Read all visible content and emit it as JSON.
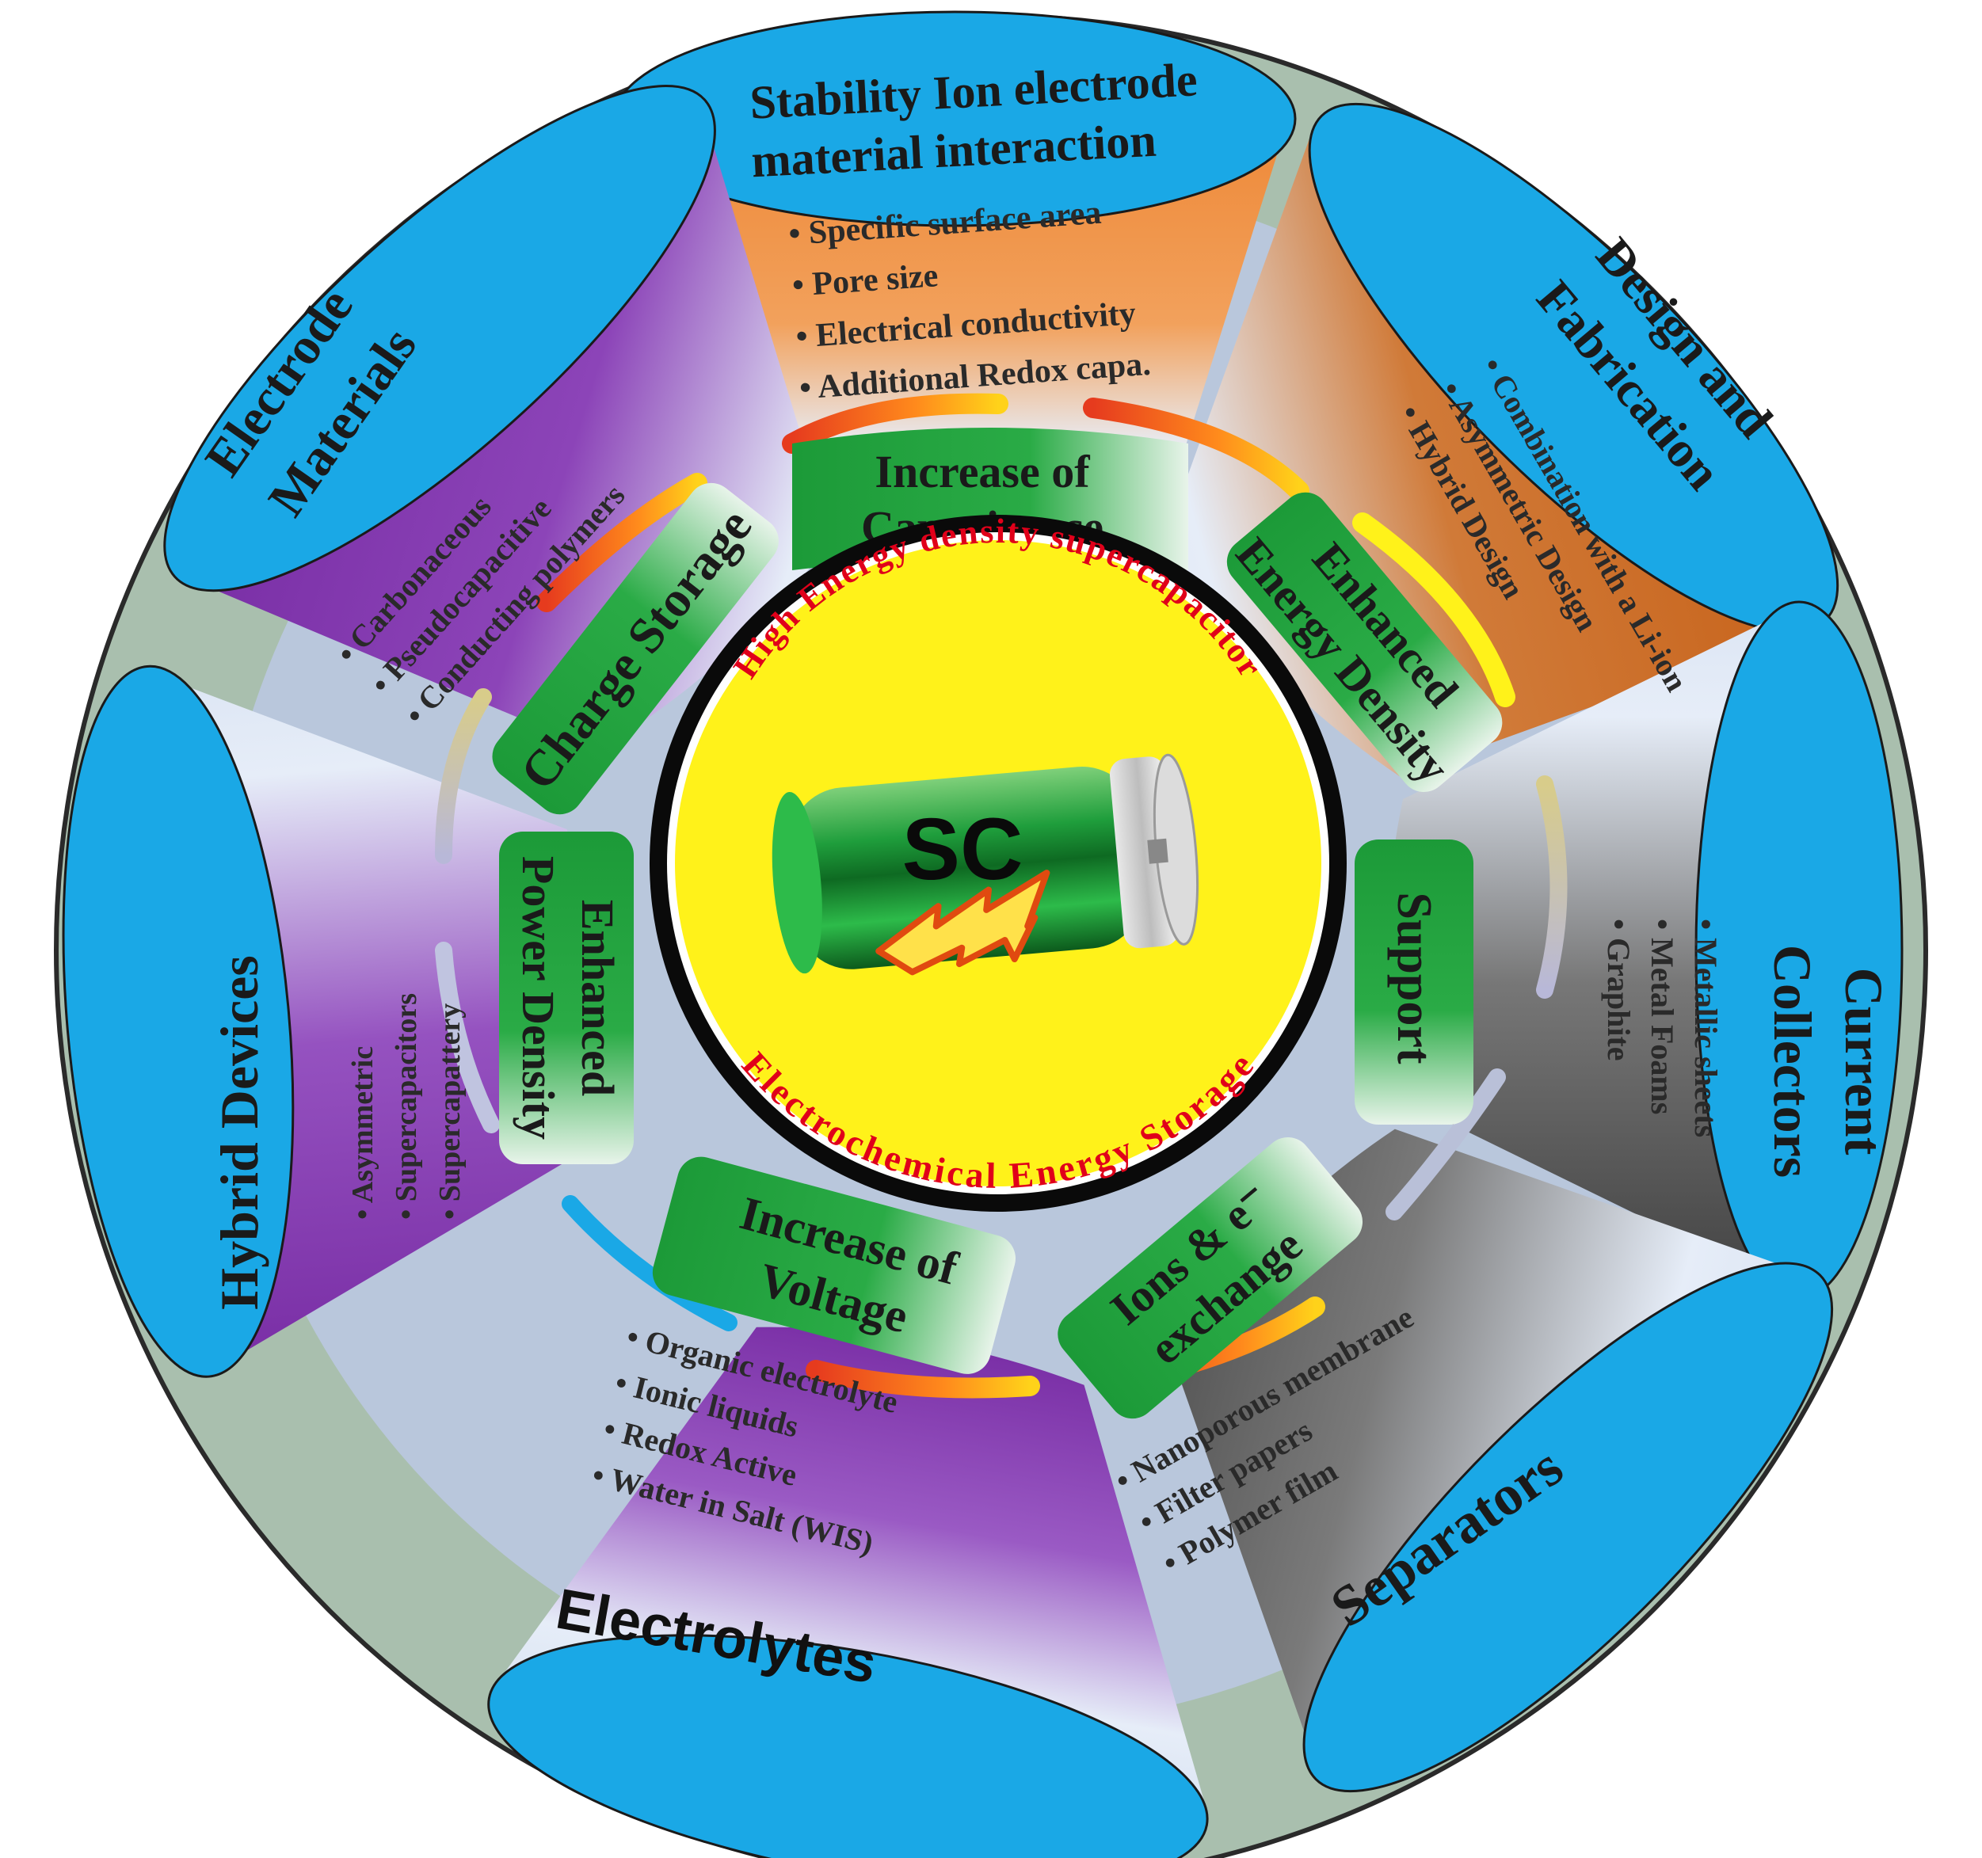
{
  "center": {
    "label_top": "High Energy density supercapacitor",
    "label_bottom": "Electrochemical Energy Storage",
    "device": "SC"
  },
  "segments": {
    "top": {
      "title_line1": "Stability Ion electrode",
      "title_line2": "material interaction",
      "bullets": [
        "Specific surface area",
        "Pore size",
        "Electrical conductivity",
        "Additional Redox capa."
      ],
      "green_line1": "Increase of",
      "green_line2": "Capacitance"
    },
    "top_right": {
      "title_line1": "Design and",
      "title_line2": "Fabrication",
      "bullets": [
        "Combination with a Li-ion",
        "Asymmetric Design",
        "Hybrid Design"
      ],
      "green_line1": "Enhanced",
      "green_line2": "Energy Density"
    },
    "right": {
      "title_line1": "Current",
      "title_line2": "Collectors",
      "bullets": [
        "Metallic sheets",
        "Metal Foams",
        "Graphite"
      ],
      "green_line1": "Support"
    },
    "bottom_right": {
      "title_line1": "Separators",
      "bullets": [
        "Nanoporous membrane",
        "Filter papers",
        "Polymer film"
      ],
      "green_line1": "Ions & e⁻",
      "green_line2": "exchange"
    },
    "bottom": {
      "title_line1": "Electrolytes",
      "bullets": [
        "Organic electrolyte",
        "Ionic liquids",
        "Redox Active",
        "Water in Salt (WIS)"
      ],
      "green_line1": "Increase of",
      "green_line2": "Voltage"
    },
    "left": {
      "title_line1": "Hybrid Devices",
      "bullets": [
        "Asymmetric",
        "Supercapacitors",
        "Supercapattery"
      ],
      "green_line1": "Enhanced",
      "green_line2": "Power Density"
    },
    "top_left": {
      "title_line1": "Electrode",
      "title_line2": "Materials",
      "bullets": [
        "Carbonaceous",
        "Pseudocapacitive",
        "Conducting polymers"
      ],
      "green_line1": "Charge Storage"
    }
  },
  "colors": {
    "outer_ring": "#a9bfae",
    "inner_ring": "#b9c7dc",
    "ellipse": "#1aa8e6",
    "orange": "#ee8a3a",
    "dark_orange": "#c8641c",
    "purple": "#7a2fa6",
    "gray": "#555555",
    "green": "#1f9e3c",
    "yellow": "#fff21a",
    "red": "#e0001a"
  }
}
